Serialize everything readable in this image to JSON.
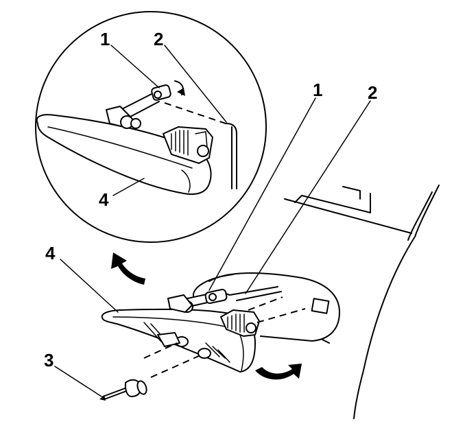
{
  "callouts": {
    "detail_1": "1",
    "detail_2": "2",
    "detail_4": "4",
    "main_1": "1",
    "main_2": "2",
    "main_3": "3",
    "main_4": "4"
  },
  "colors": {
    "line": "#000000",
    "background": "#ffffff"
  },
  "icons": [
    "curved-arrow-icon",
    "push-pin-icon"
  ]
}
